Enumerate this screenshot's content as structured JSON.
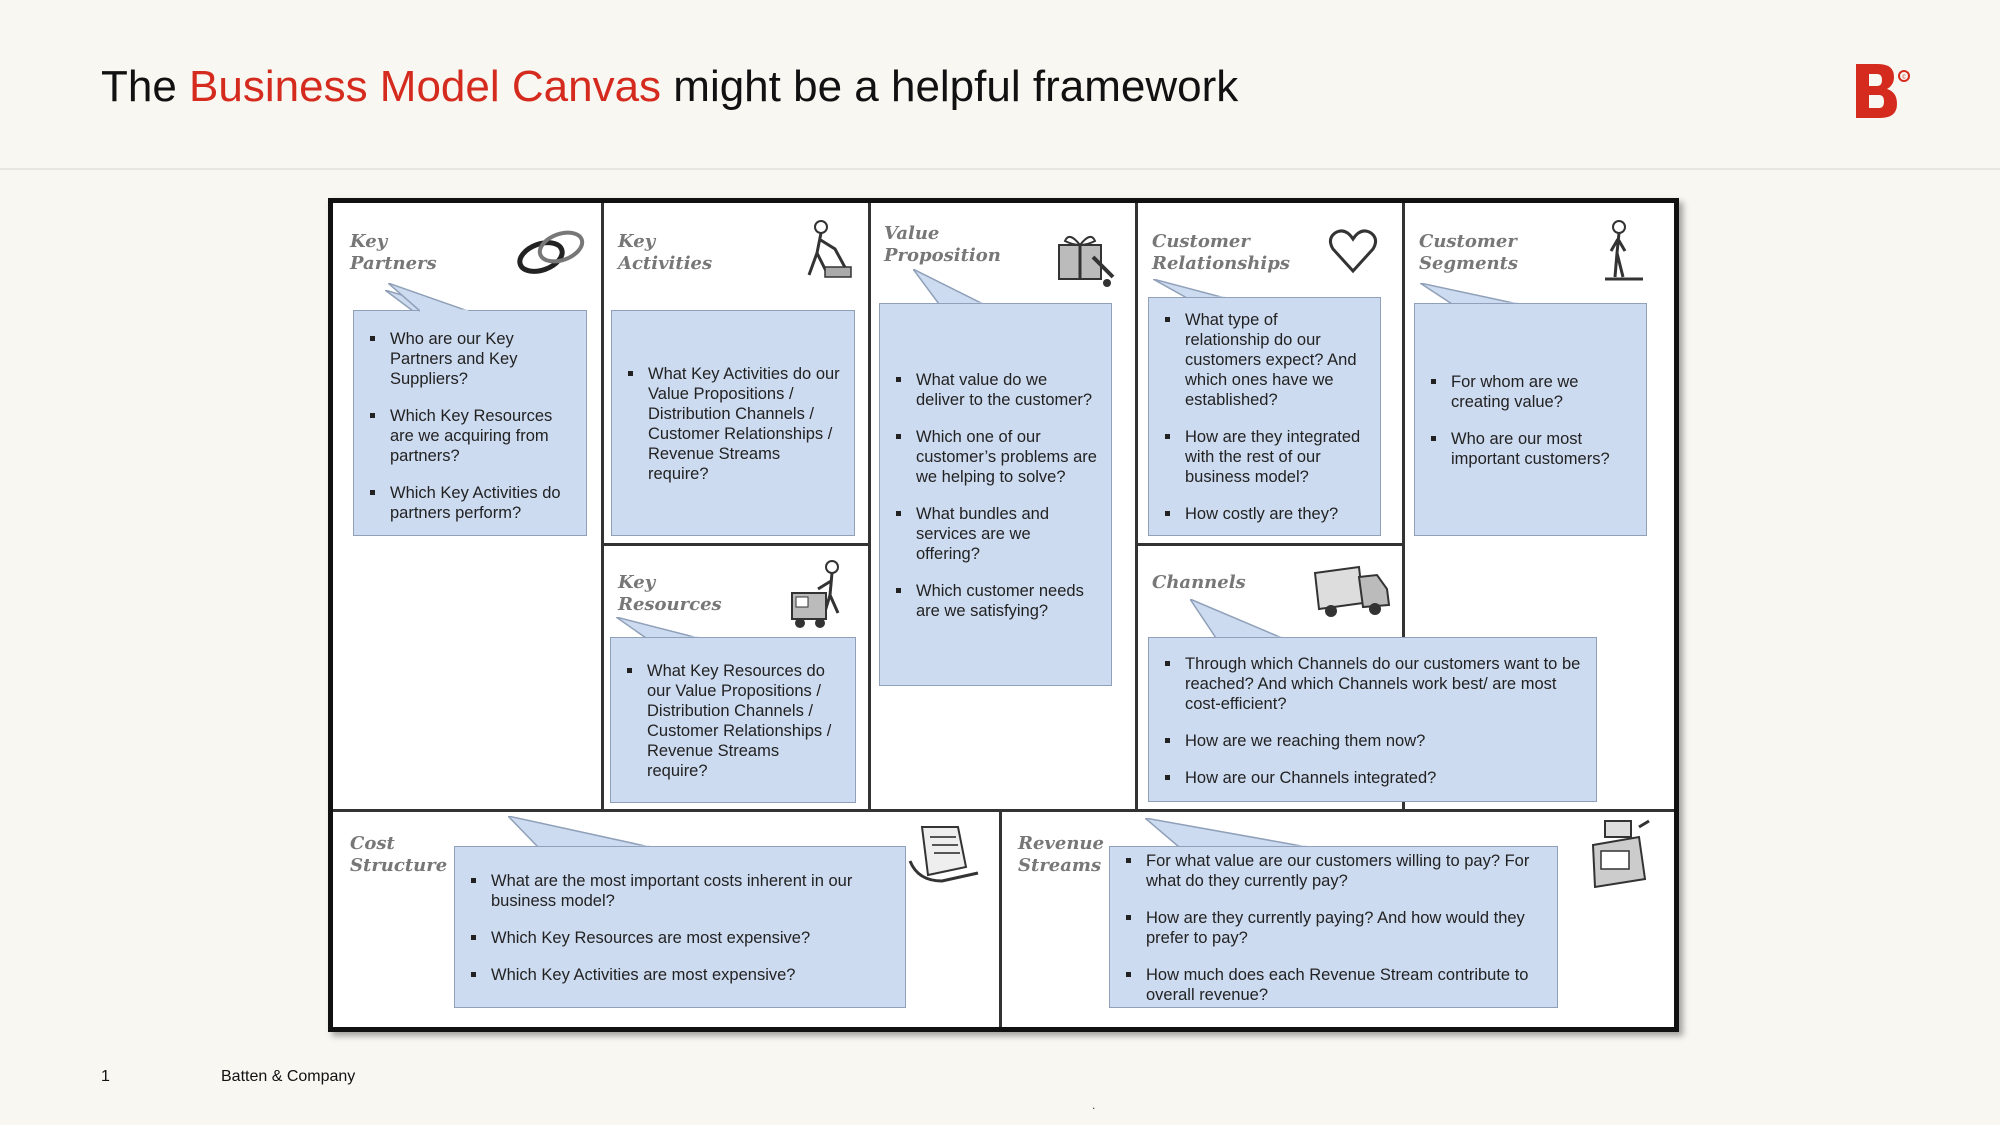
{
  "header": {
    "title_part1": "The ",
    "title_accent": "Business Model Canvas",
    "title_part2": " might be a helpful framework",
    "accent_color": "#d52b1e",
    "logo_icon": "batten-b-logo"
  },
  "canvas": {
    "bubble_color": "#cddbf0",
    "blocks": {
      "key_partners": {
        "title": [
          "Key",
          "Partners"
        ],
        "icon": "chain-link-icon",
        "bullets": [
          "Who are our Key Partners and Key Suppliers?",
          "Which Key Resources are we acquiring from partners?",
          "Which Key Activities do partners perform?"
        ]
      },
      "key_activities": {
        "title": [
          "Key",
          "Activities"
        ],
        "icon": "worker-icon",
        "bullets": [
          "What Key Activities do our Value Propositions / Distribution Channels / Customer Relationships / Revenue Streams require?"
        ]
      },
      "key_resources": {
        "title": [
          "Key",
          "Resources"
        ],
        "icon": "forklift-worker-icon",
        "bullets": [
          "What Key Resources do our Value Propositions / Distribution Channels / Customer Relationships / Revenue Streams require?"
        ]
      },
      "value_proposition": {
        "title": [
          "Value",
          "Proposition"
        ],
        "icon": "gift-icon",
        "bullets": [
          "What value do we deliver to the customer?",
          "Which one of our customer’s problems are we helping to solve?",
          "What bundles and services are we offering?",
          "Which customer needs are we satisfying?"
        ]
      },
      "customer_relationships": {
        "title": [
          "Customer",
          "Relationships"
        ],
        "icon": "heart-icon",
        "bullets": [
          "What type of relationship do our customers expect? And which ones have we established?",
          "How are they integrated with the rest of our business model?",
          "How costly are they?"
        ]
      },
      "channels": {
        "title": [
          "Channels"
        ],
        "icon": "truck-icon",
        "bullets": [
          "Through which Channels do our customers want to be reached? And which Channels work best/ are most cost-efficient?",
          "How are we reaching them now?",
          "How are our Channels integrated?"
        ]
      },
      "customer_segments": {
        "title": [
          "Customer",
          "Segments"
        ],
        "icon": "person-icon",
        "bullets": [
          "For whom are we creating value?",
          "Who are our most important customers?"
        ]
      },
      "cost_structure": {
        "title": [
          "Cost",
          "Structure"
        ],
        "icon": "receipt-icon",
        "bullets": [
          "What are the most important costs inherent in our business model?",
          "Which Key Resources are most expensive?",
          "Which Key Activities are most expensive?"
        ]
      },
      "revenue_streams": {
        "title": [
          "Revenue",
          "Streams"
        ],
        "icon": "cash-register-icon",
        "bullets": [
          "For what value are our customers willing to pay? For what do they currently pay?",
          "How are they currently paying? And how would they prefer to pay?",
          "How much does each Revenue Stream contribute to overall revenue?"
        ]
      }
    }
  },
  "footer": {
    "page_number": "1",
    "company": "Batten & Company",
    "dot": "."
  }
}
